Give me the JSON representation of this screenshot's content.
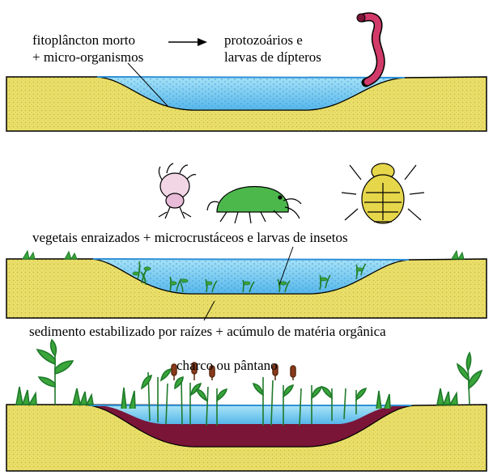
{
  "stages": [
    {
      "labels": {
        "left_line1": "fitoplâncton morto",
        "left_line2": "+ micro-organismos",
        "right_line1": "protozoários e",
        "right_line2": "larvas de dípteros"
      }
    },
    {
      "labels": {
        "caption": "vegetais enraizados + microcrustáceos e larvas de insetos",
        "bottom": "sedimento estabilizado por raízes + acúmulo de matéria orgânica"
      }
    },
    {
      "labels": {
        "caption": "charco ou pântano"
      }
    }
  ],
  "colors": {
    "soil": "#e9df6a",
    "soil_dots": "#c9b73a",
    "water": "#7fd0ee",
    "water_dark": "#2f8fd6",
    "organic_matter": "#7a1538",
    "plant_green": "#3aa53a",
    "outline": "#000000",
    "larva": "#d23a6a"
  },
  "icons": [
    "larva-icon",
    "protozoan-icon",
    "microcrustacean-icon",
    "insect-larva-icon",
    "plant-icon",
    "cattail-icon"
  ]
}
